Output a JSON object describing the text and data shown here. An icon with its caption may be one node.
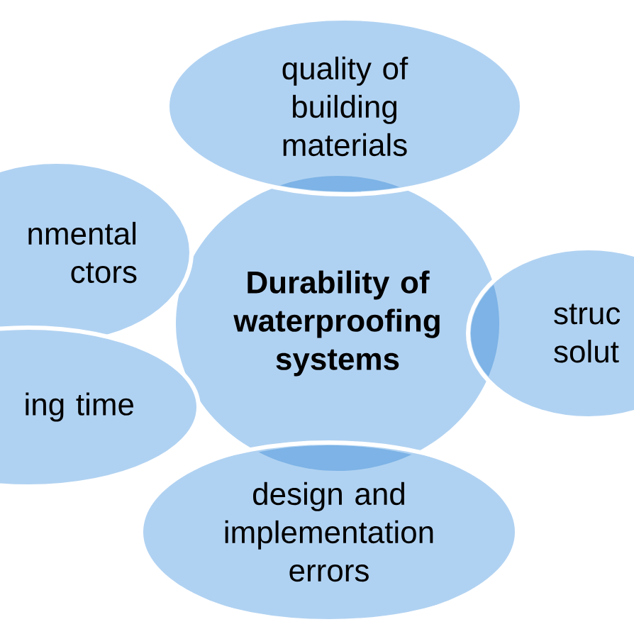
{
  "diagram": {
    "nodes": [
      {
        "text": [
          "Durability of waterproofing systems"
        ]
      },
      {
        "text": [
          "quality of building materials"
        ]
      },
      {
        "text": [
          "nmental ctors"
        ]
      },
      {
        "text": [
          "struc solut"
        ]
      },
      {
        "text": [
          "ing time"
        ]
      },
      {
        "text": [
          "design and implementation errors"
        ]
      }
    ]
  }
}
